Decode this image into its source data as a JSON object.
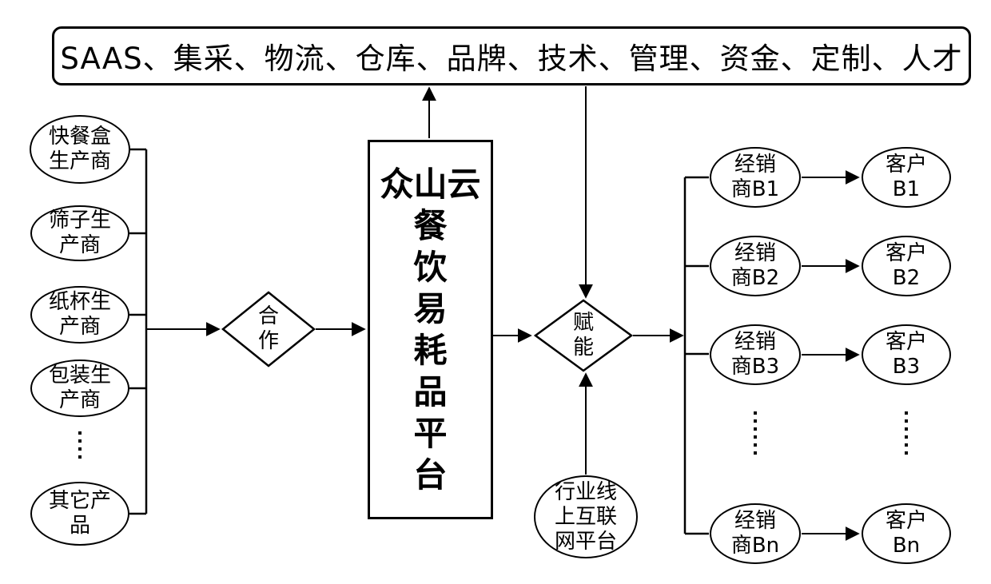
{
  "top_bar": {
    "label": "SAAS、集采、物流、仓库、品牌、技术、管理、资金、定制、人才"
  },
  "suppliers": {
    "items": [
      {
        "name": "快餐盒生产商",
        "lines": [
          "快餐盒",
          "生产商"
        ]
      },
      {
        "name": "筛子生产商",
        "lines": [
          "筛子生",
          "产商"
        ]
      },
      {
        "name": "纸杯生产商",
        "lines": [
          "纸杯生",
          "产商"
        ]
      },
      {
        "name": "包装生产商",
        "lines": [
          "包装生",
          "产商"
        ]
      },
      {
        "name": "其它产品",
        "lines": [
          "其它产",
          "品"
        ]
      }
    ]
  },
  "cooperation_diamond": {
    "label": "合作",
    "lines": [
      "合",
      "作"
    ]
  },
  "platform_box": {
    "label": "众山云餐饮易耗品平台",
    "lines": [
      "众山云",
      "餐",
      "饮",
      "易",
      "耗",
      "品",
      "平",
      "台"
    ]
  },
  "empower_diamond": {
    "label": "赋能",
    "lines": [
      "赋",
      "能"
    ]
  },
  "industry_platform_ellipse": {
    "label": "行业线上互联网平台",
    "lines": [
      "行业线",
      "上互联",
      "网平台"
    ]
  },
  "dealers": {
    "items": [
      {
        "name": "经销商B1",
        "lines": [
          "经销",
          "商B1"
        ]
      },
      {
        "name": "经销商B2",
        "lines": [
          "经销",
          "商B2"
        ]
      },
      {
        "name": "经销商B3",
        "lines": [
          "经销",
          "商B3"
        ]
      },
      {
        "name": "经销商Bn",
        "lines": [
          "经销",
          "商Bn"
        ]
      }
    ]
  },
  "customers": {
    "items": [
      {
        "name": "客户B1",
        "lines": [
          "客户",
          "B1"
        ]
      },
      {
        "name": "客户B2",
        "lines": [
          "客户",
          "B2"
        ]
      },
      {
        "name": "客户B3",
        "lines": [
          "客户",
          "B3"
        ]
      },
      {
        "name": "客户Bn",
        "lines": [
          "客户",
          "Bn"
        ]
      }
    ]
  },
  "icons": {
    "vertical_ellipsis": "vertical-dotted-line"
  },
  "colors": {
    "stroke": "#000000",
    "background": "#ffffff"
  }
}
